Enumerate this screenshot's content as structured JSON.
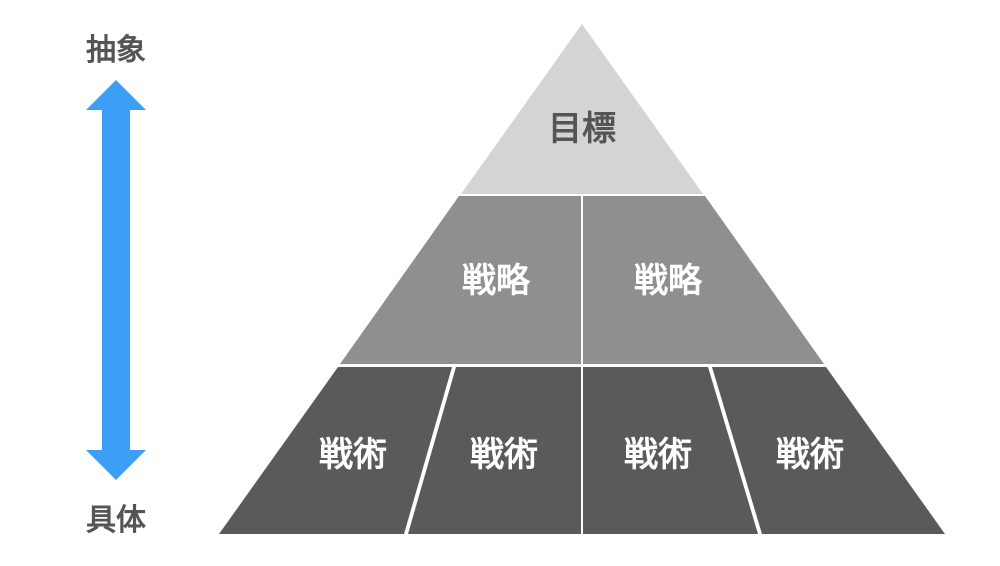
{
  "axis": {
    "top_label": "抽象",
    "bottom_label": "具体",
    "arrow_color": "#3d9ef5",
    "label_color": "#555555"
  },
  "pyramid": {
    "top": {
      "label": "目標",
      "fill": "#d4d4d4",
      "text_color": "#555555"
    },
    "middle": {
      "fill": "#8f8f8f",
      "text_color": "#ffffff",
      "cells": [
        "戦略",
        "戦略"
      ]
    },
    "bottom": {
      "fill": "#5a5a5a",
      "text_color": "#ffffff",
      "cells": [
        "戦術",
        "戦術",
        "戦術",
        "戦術"
      ]
    },
    "divider_color": "#ffffff"
  }
}
